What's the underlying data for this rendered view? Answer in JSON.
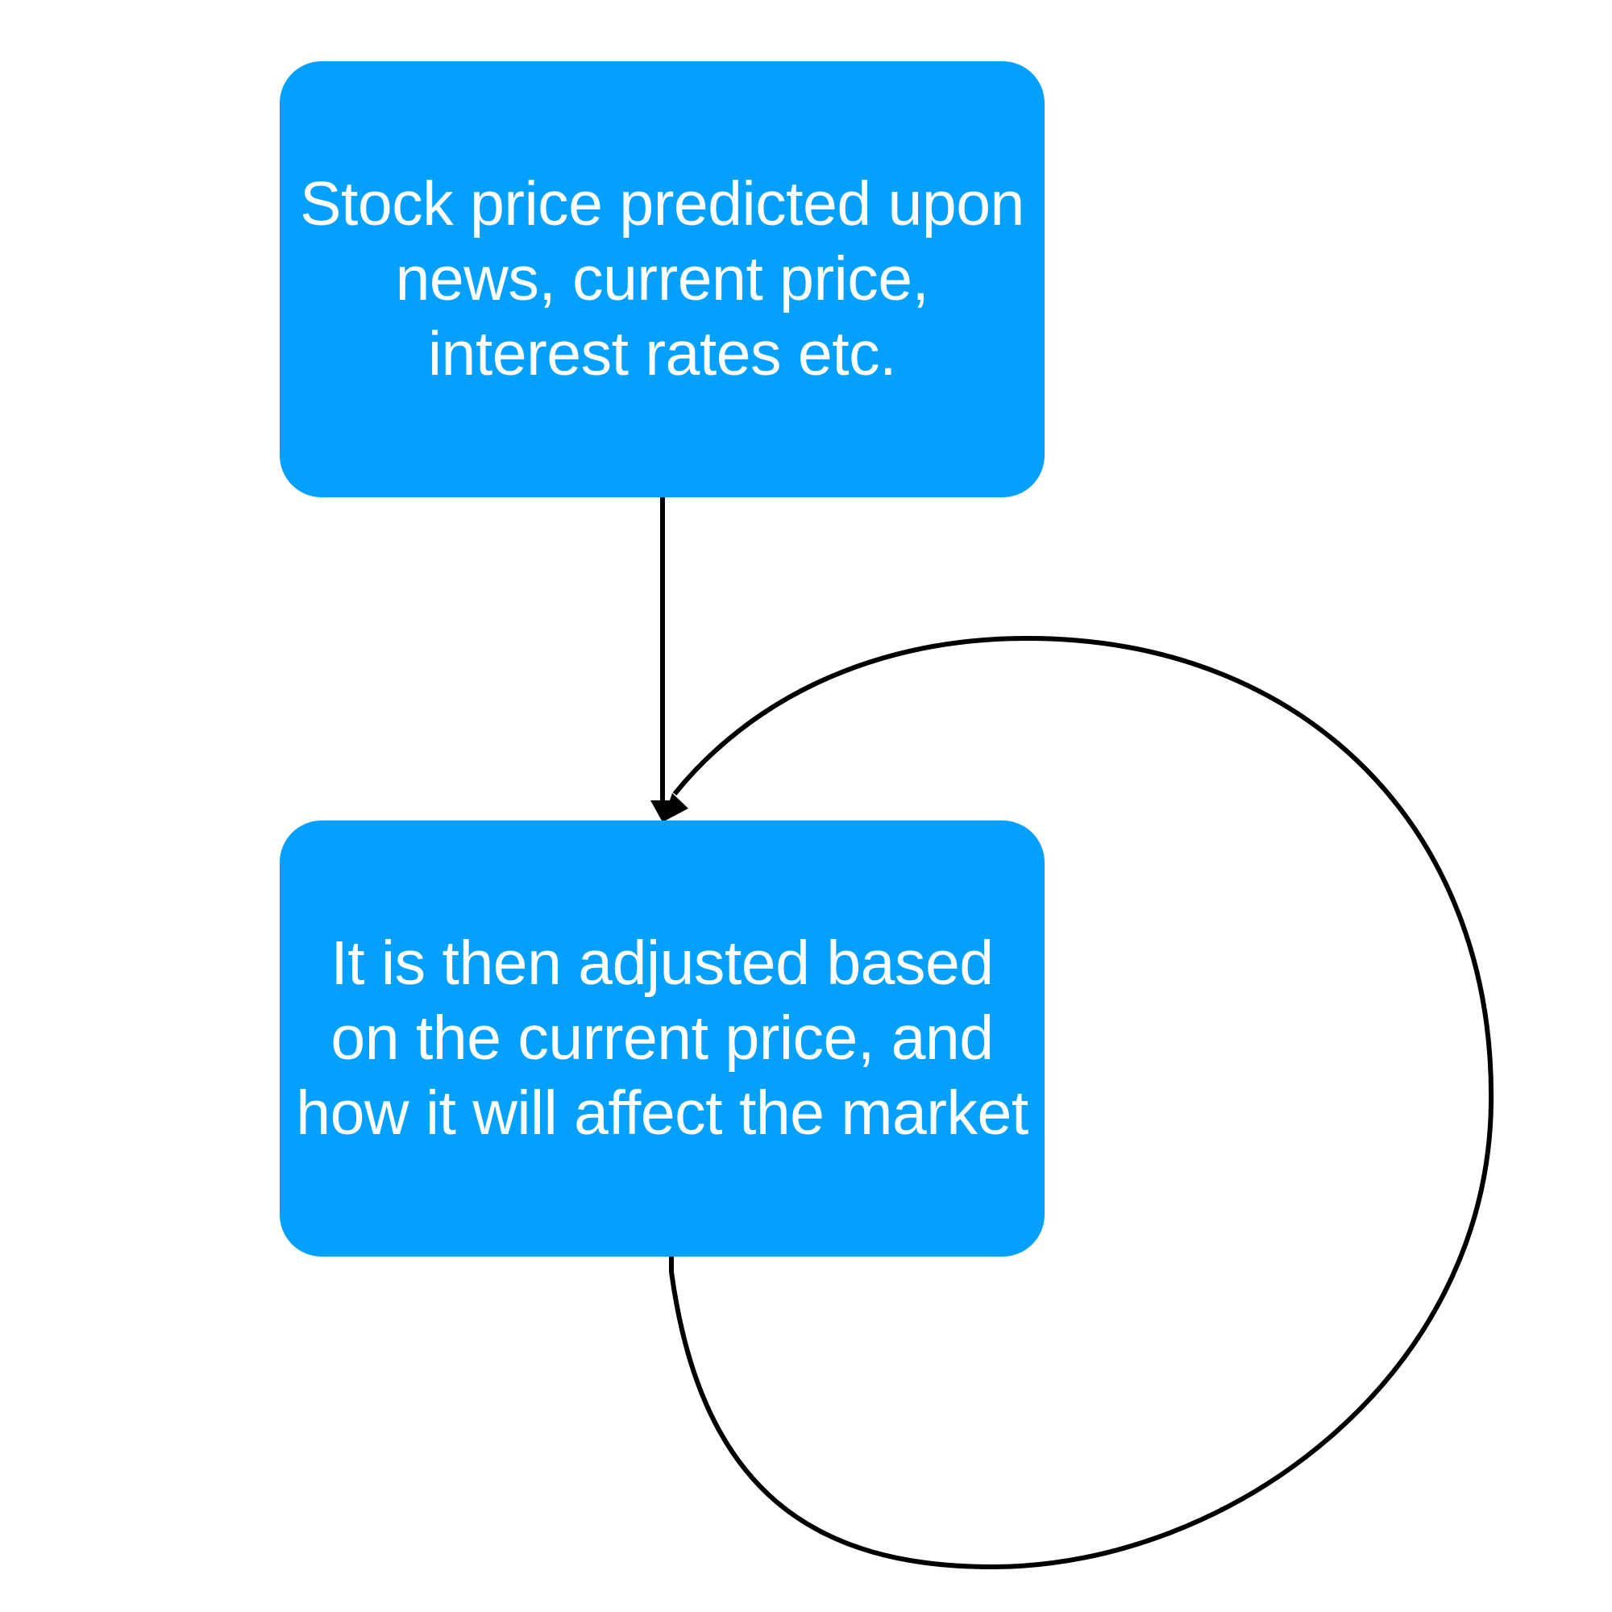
{
  "colors": {
    "node_fill": "#03A0FD",
    "node_text": "#FFFFFF",
    "connector": "#000000",
    "background": "#FFFFFF"
  },
  "nodes": [
    {
      "id": "node-1",
      "text": "Stock price predicted upon news, current price, interest rates etc."
    },
    {
      "id": "node-2",
      "text": "It is then adjusted based on the current price, and how it will affect the market"
    }
  ],
  "edges": [
    {
      "from": "node-1",
      "to": "node-2"
    },
    {
      "from": "node-2",
      "to": "node-2"
    }
  ]
}
